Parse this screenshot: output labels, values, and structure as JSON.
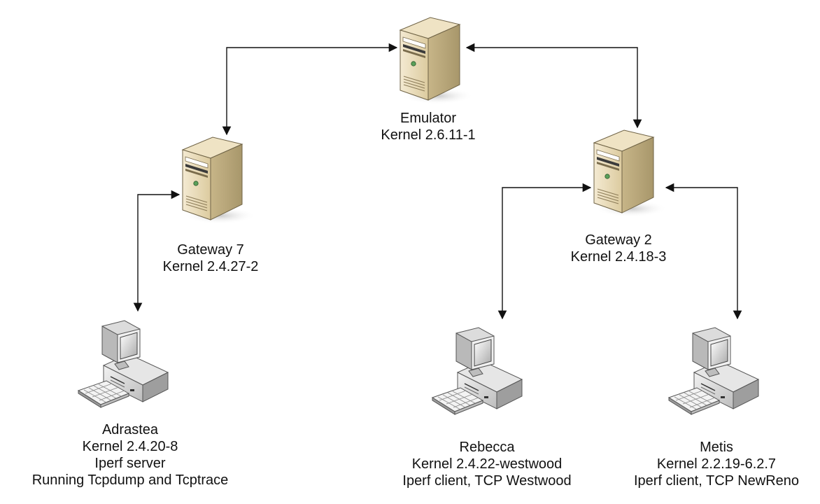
{
  "nodes": {
    "emulator": {
      "name": "Emulator",
      "lines": [
        "Kernel 2.6.11-1"
      ]
    },
    "gateway7": {
      "name": "Gateway 7",
      "lines": [
        "Kernel 2.4.27-2"
      ]
    },
    "gateway2": {
      "name": "Gateway 2",
      "lines": [
        "Kernel 2.4.18-3"
      ]
    },
    "adrastea": {
      "name": "Adrastea",
      "lines": [
        "Kernel 2.4.20-8",
        "Iperf server",
        "Running Tcpdump and Tcptrace"
      ]
    },
    "rebecca": {
      "name": "Rebecca",
      "lines": [
        "Kernel 2.4.22-westwood",
        "Iperf client, TCP Westwood"
      ]
    },
    "metis": {
      "name": "Metis",
      "lines": [
        "Kernel 2.2.19-6.2.7",
        "Iperf client, TCP NewReno"
      ]
    }
  },
  "links": [
    {
      "from": "emulator",
      "to": "gateway7"
    },
    {
      "from": "emulator",
      "to": "gateway2"
    },
    {
      "from": "gateway7",
      "to": "adrastea"
    },
    {
      "from": "gateway2",
      "to": "rebecca"
    },
    {
      "from": "gateway2",
      "to": "metis"
    }
  ],
  "colors": {
    "line": "#111111",
    "server_front": "#e9dcbd",
    "server_side": "#c9b88f",
    "screen": "#d9d9d9"
  }
}
